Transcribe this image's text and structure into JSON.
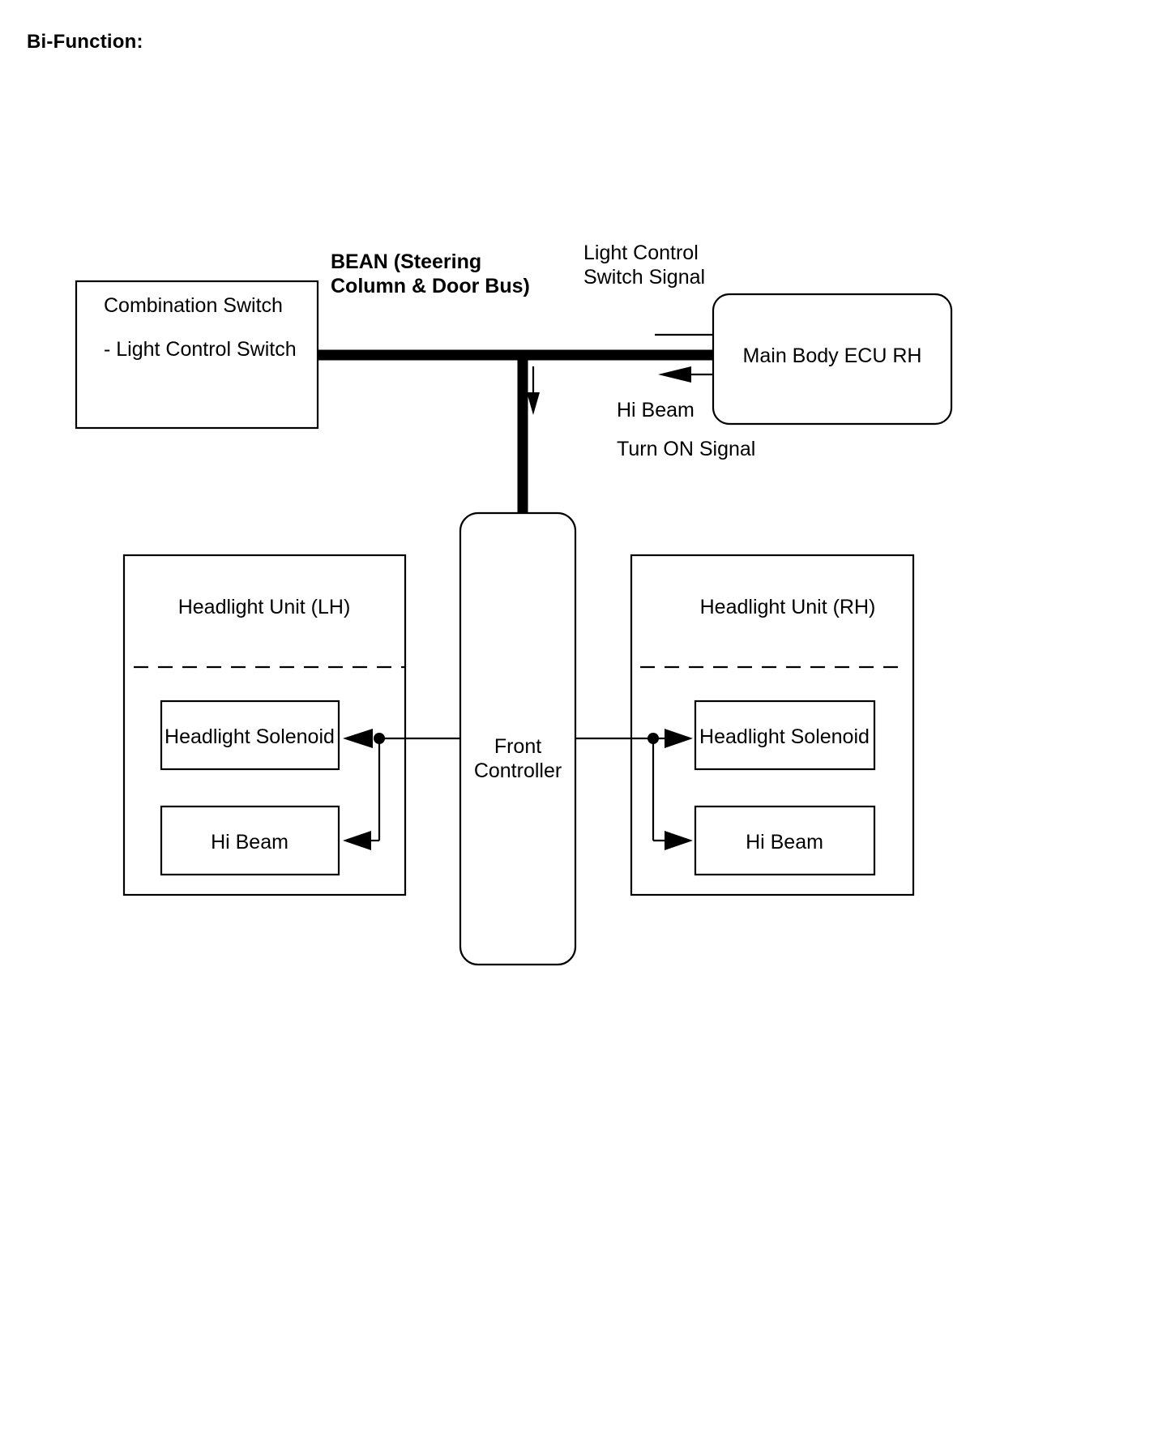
{
  "page": {
    "title": "Bi-Function:"
  },
  "diagram": {
    "type": "block-diagram",
    "blocks": {
      "combination_switch": {
        "title": "Combination Switch",
        "item": "- Light Control Switch"
      },
      "main_body_ecu": {
        "label": "Main Body ECU RH"
      },
      "front_controller": {
        "line1": "Front",
        "line2": "Controller"
      },
      "headlight_unit_lh": {
        "title": "Headlight Unit (LH)",
        "solenoid": "Headlight Solenoid",
        "hi_beam": "Hi Beam"
      },
      "headlight_unit_rh": {
        "title": "Headlight Unit (RH)",
        "solenoid": "Headlight Solenoid",
        "hi_beam": "Hi Beam"
      }
    },
    "bus": {
      "label_line1": "BEAN (Steering",
      "label_line2": "Column & Door Bus)"
    },
    "signals": {
      "light_control_switch_signal_line1": "Light Control",
      "light_control_switch_signal_line2": "Switch Signal",
      "hi_beam_turn_on_signal_line1": "Hi Beam",
      "hi_beam_turn_on_signal_line2": "Turn ON Signal"
    },
    "colors": {
      "line": "#000000",
      "background": "#ffffff"
    }
  }
}
